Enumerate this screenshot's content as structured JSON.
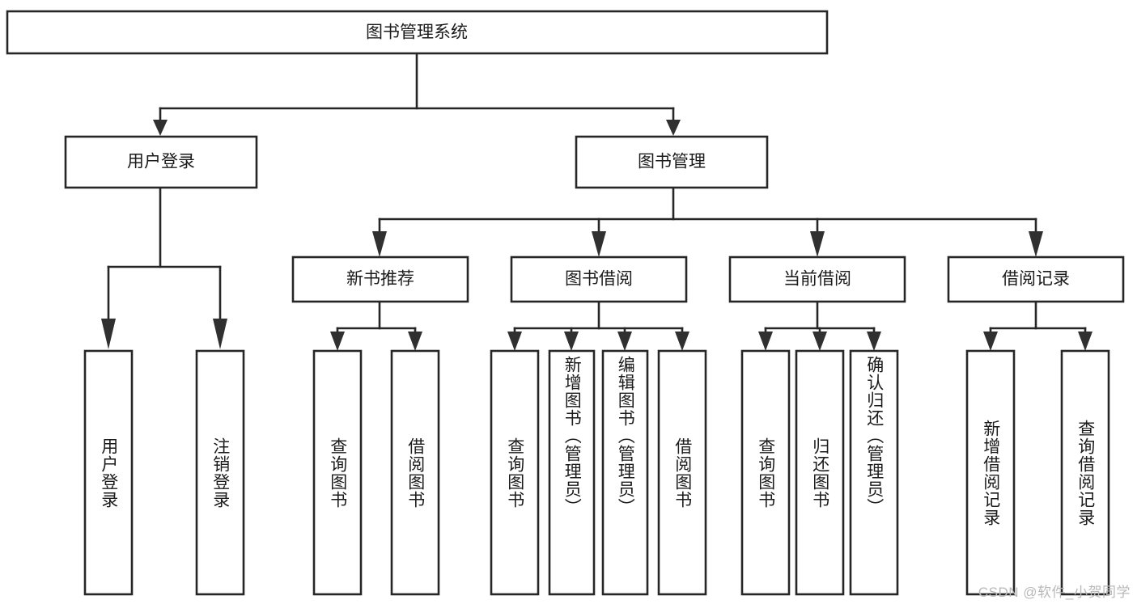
{
  "diagram": {
    "title": "图书管理系统",
    "type": "tree",
    "watermark": "CSDN @软件_小贺同学",
    "root": {
      "label": "图书管理系统",
      "name": "node-library-management-system"
    },
    "level2": [
      {
        "label": "用户登录",
        "name": "node-user-login"
      },
      {
        "label": "图书管理",
        "name": "node-book-management"
      }
    ],
    "level3": [
      {
        "label": "新书推荐",
        "name": "node-new-book-recommend"
      },
      {
        "label": "图书借阅",
        "name": "node-book-borrow"
      },
      {
        "label": "当前借阅",
        "name": "node-current-borrow"
      },
      {
        "label": "借阅记录",
        "name": "node-borrow-record"
      }
    ],
    "leaves": [
      {
        "label": "用户登录",
        "name": "leaf-user-login"
      },
      {
        "label": "注销登录",
        "name": "leaf-logout"
      },
      {
        "label": "查询图书",
        "name": "leaf-query-book-recommend"
      },
      {
        "label": "借阅图书",
        "name": "leaf-borrow-book-recommend"
      },
      {
        "label": "查询图书",
        "name": "leaf-query-book-borrow"
      },
      {
        "label": "新增图书（管理员）",
        "name": "leaf-add-book-admin"
      },
      {
        "label": "编辑图书（管理员）",
        "name": "leaf-edit-book-admin"
      },
      {
        "label": "借阅图书",
        "name": "leaf-borrow-book"
      },
      {
        "label": "查询图书",
        "name": "leaf-query-book-current"
      },
      {
        "label": "归还图书",
        "name": "leaf-return-book"
      },
      {
        "label": "确认归还（管理员）",
        "name": "leaf-confirm-return-admin"
      },
      {
        "label": "新增借阅记录",
        "name": "leaf-add-borrow-record"
      },
      {
        "label": "查询借阅记录",
        "name": "leaf-query-borrow-record"
      }
    ]
  }
}
